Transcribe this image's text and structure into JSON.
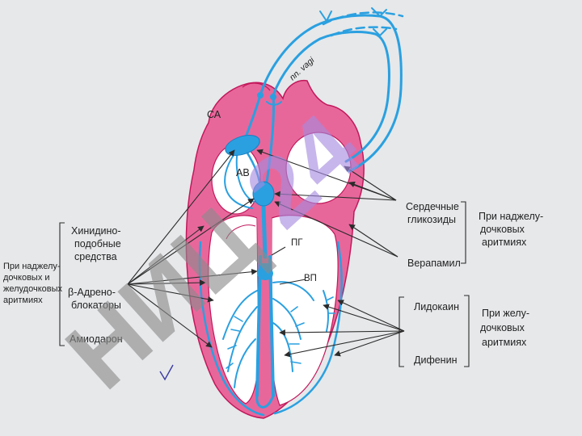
{
  "structures": {
    "sa": "СА",
    "av": "АВ",
    "pg": "ПГ",
    "vp": "ВП",
    "vagus": "nn. vagi"
  },
  "left_group": {
    "condition": [
      "При наджелу-",
      "дочковых и",
      "желудочковых",
      "аритмиях"
    ],
    "drugs": {
      "quinidine": [
        "Хинидино-",
        "подобные",
        "средства"
      ],
      "beta_blockers": [
        "β-Адрено-",
        "блокаторы"
      ],
      "amiodarone": "Амиодарон"
    }
  },
  "right_upper": {
    "drugs": {
      "glycosides": [
        "Сердечные",
        "гликозиды"
      ],
      "verapamil": "Верапамил"
    },
    "condition": [
      "При наджелу-",
      "дочковых",
      "аритмиях"
    ]
  },
  "right_lower": {
    "drugs": {
      "lidocaine": "Лидокаин",
      "difenin": "Дифенин"
    },
    "condition": [
      "При желу-",
      "дочковых",
      "аритмиях"
    ]
  },
  "watermark": "НИЦ 24",
  "colors": {
    "myocardium": "#e8679b",
    "myocardium_outline": "#c2185b",
    "chamber": "#ffffff",
    "conduction": "#2aa0e0",
    "conduction_dark": "#1a7fc0",
    "arrow": "#2b2b2b",
    "background": "#e6e8ea",
    "watermark_gray": "#8c8c8c",
    "watermark_purple": "#a58be0"
  }
}
